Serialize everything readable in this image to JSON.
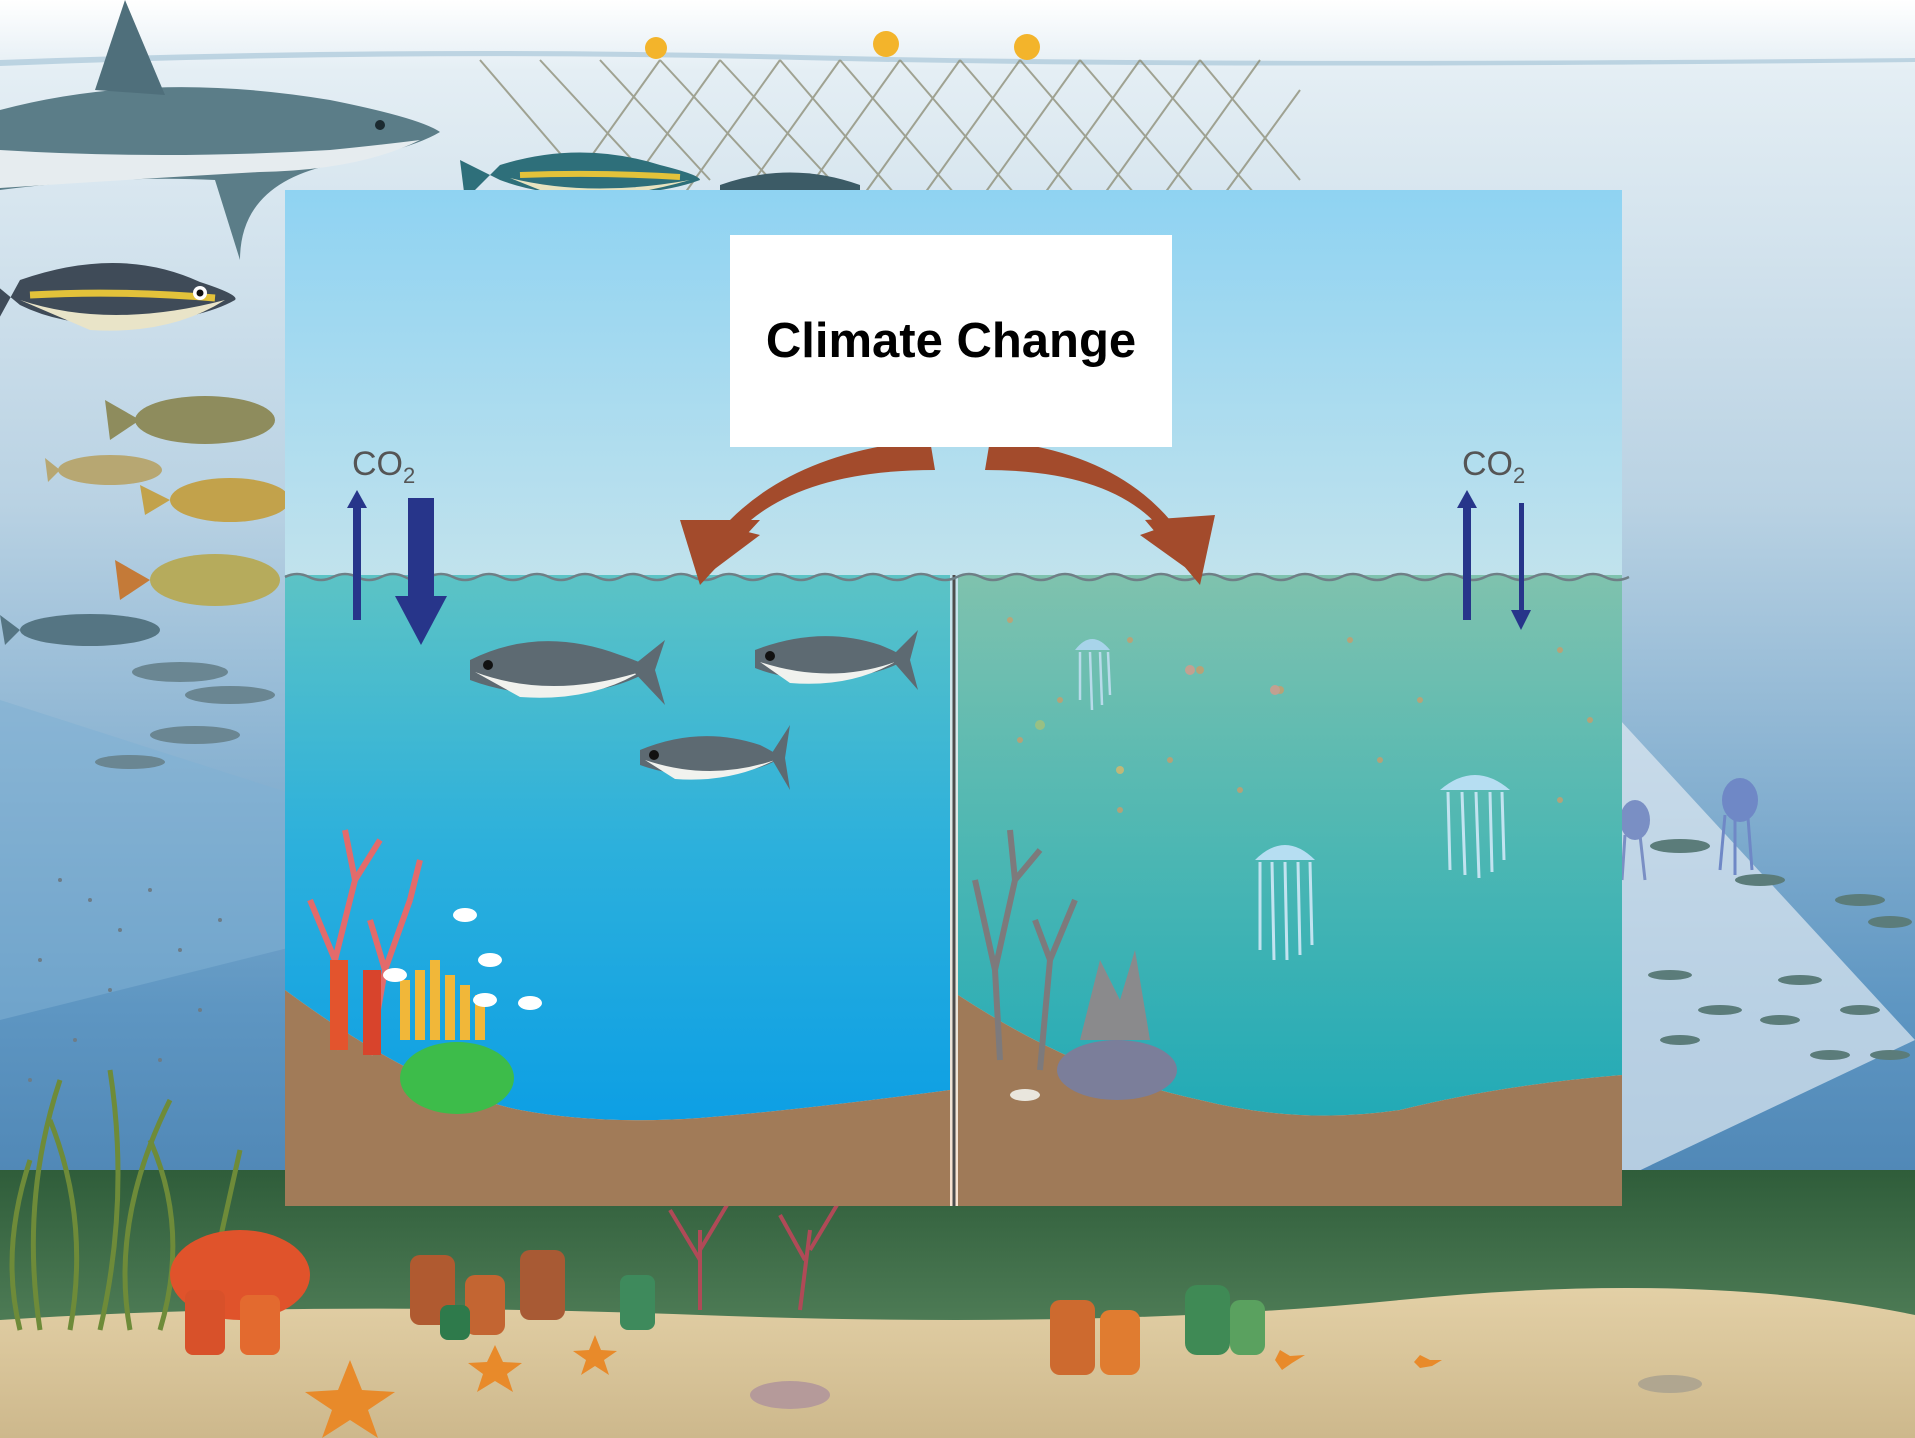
{
  "title": "Climate Change",
  "labels": {
    "co2_left": "CO",
    "co2_left_sub": "2",
    "co2_right": "CO",
    "co2_right_sub": "2"
  },
  "colors": {
    "sky_top": "#8fd3f2",
    "sky_horizon": "#f8e3cf",
    "healthy_water": "#1aa7df",
    "degraded_water": "#35b4ad",
    "sediment": "#a07a58",
    "arrow_brown": "#a24a2c",
    "co2_arrow": "#27358a",
    "background_sea_top": "#dce9f0",
    "background_sea_deep": "#3c7fb1",
    "seabed_green": "#3e6a45",
    "sand": "#dcc9a0"
  }
}
